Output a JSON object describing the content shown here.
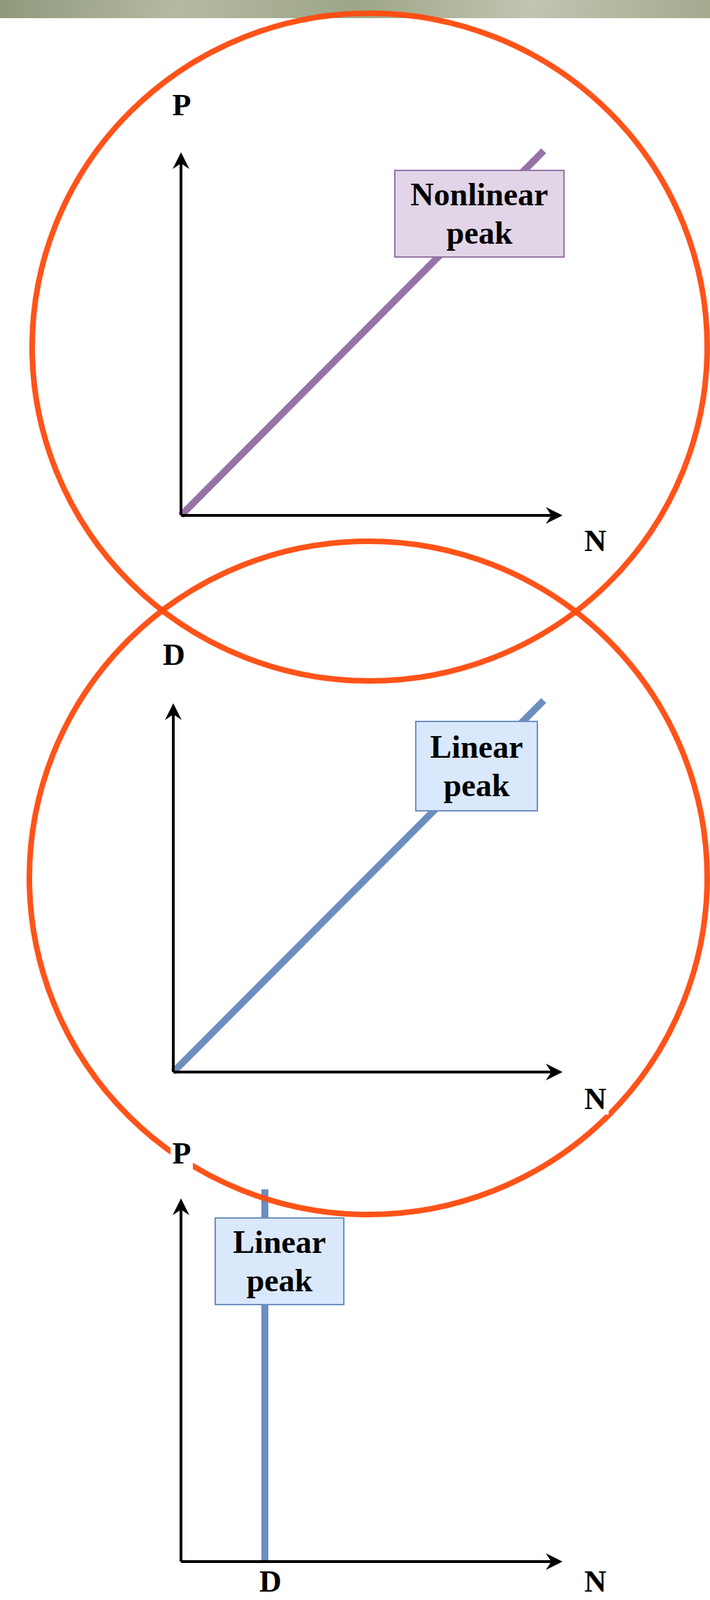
{
  "diagram": {
    "nodes": [
      {
        "text": [
          "Nonlinear peak"
        ]
      },
      {
        "text": [
          "Linear peak"
        ]
      },
      {
        "text": [
          "Linear peak"
        ]
      }
    ],
    "labels": [
      "P",
      "N",
      "D",
      "N",
      "P",
      "D",
      "N"
    ]
  }
}
